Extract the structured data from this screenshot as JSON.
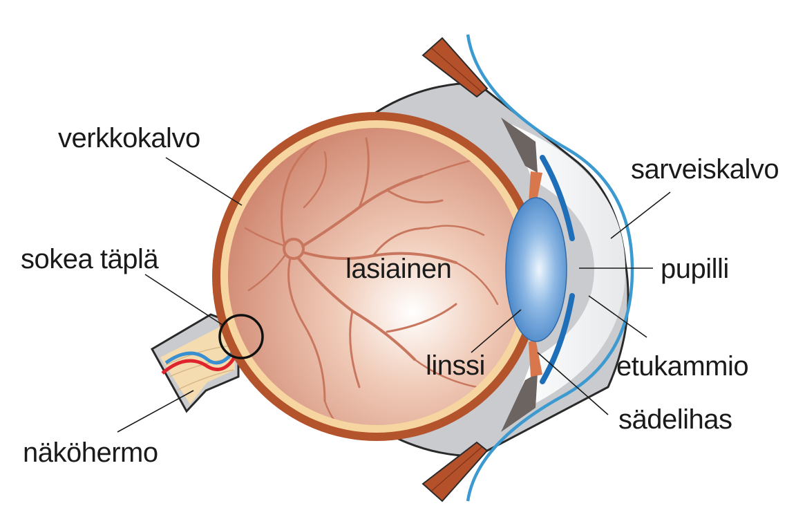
{
  "labels": {
    "retina": "verkkokalvo",
    "blind_spot": "sokea täplä",
    "optic_nerve": "näköhermo",
    "vitreous": "lasiainen",
    "lens": "linssi",
    "cornea": "sarveiskalvo",
    "pupil": "pupilli",
    "anterior_chamber": "etukammio",
    "ciliary_muscle": "sädelihas"
  },
  "colors": {
    "sclera": "#c9cbce",
    "outline": "#2a2a2a",
    "choroid": "#b3542c",
    "retina_band": "#f6d5a0",
    "vitreous": "#d98f74",
    "vessel": "#c8765e",
    "lens": "#4f8fd0",
    "cornea_line": "#3d9ad1",
    "muscle": "#b4502a",
    "nerve": "#f5dcb0",
    "artery": "#e0242b",
    "vein": "#3a8fd0"
  }
}
